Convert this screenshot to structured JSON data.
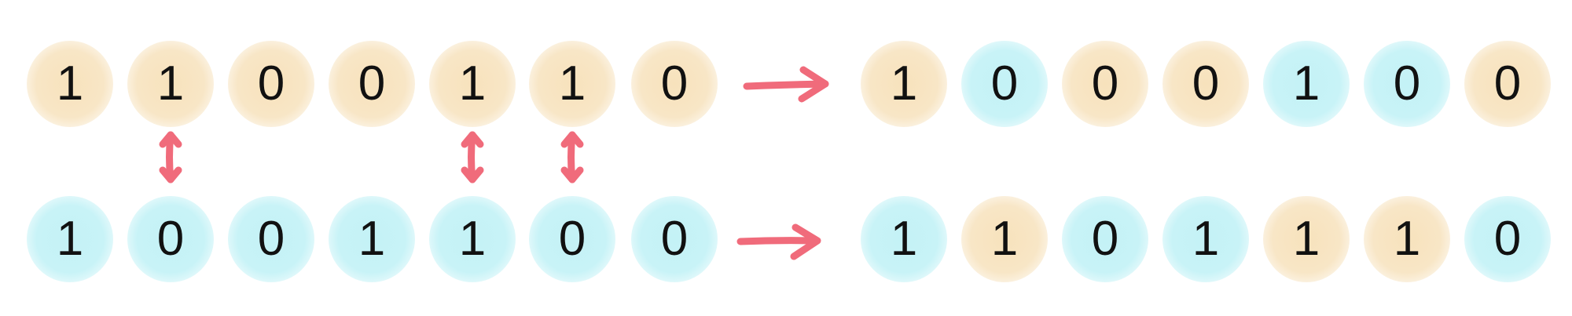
{
  "colors": {
    "orange": "#f8e6c6",
    "blue": "#c8f3f7",
    "arrow": "#f06b7b",
    "text": "#111111"
  },
  "rows": [
    {
      "id": "row-1",
      "input": [
        {
          "value": "1",
          "color": "orange"
        },
        {
          "value": "1",
          "color": "orange"
        },
        {
          "value": "0",
          "color": "orange"
        },
        {
          "value": "0",
          "color": "orange"
        },
        {
          "value": "1",
          "color": "orange"
        },
        {
          "value": "1",
          "color": "orange"
        },
        {
          "value": "0",
          "color": "orange"
        }
      ],
      "output": [
        {
          "value": "1",
          "color": "orange"
        },
        {
          "value": "0",
          "color": "blue"
        },
        {
          "value": "0",
          "color": "orange"
        },
        {
          "value": "0",
          "color": "orange"
        },
        {
          "value": "1",
          "color": "blue"
        },
        {
          "value": "0",
          "color": "blue"
        },
        {
          "value": "0",
          "color": "orange"
        }
      ]
    },
    {
      "id": "row-2",
      "input": [
        {
          "value": "1",
          "color": "blue"
        },
        {
          "value": "0",
          "color": "blue"
        },
        {
          "value": "0",
          "color": "blue"
        },
        {
          "value": "1",
          "color": "blue"
        },
        {
          "value": "1",
          "color": "blue"
        },
        {
          "value": "0",
          "color": "blue"
        },
        {
          "value": "0",
          "color": "blue"
        }
      ],
      "output": [
        {
          "value": "1",
          "color": "blue"
        },
        {
          "value": "1",
          "color": "orange"
        },
        {
          "value": "0",
          "color": "blue"
        },
        {
          "value": "1",
          "color": "blue"
        },
        {
          "value": "1",
          "color": "orange"
        },
        {
          "value": "1",
          "color": "orange"
        },
        {
          "value": "0",
          "color": "blue"
        }
      ]
    }
  ],
  "swap_positions": [
    1,
    4,
    5
  ]
}
